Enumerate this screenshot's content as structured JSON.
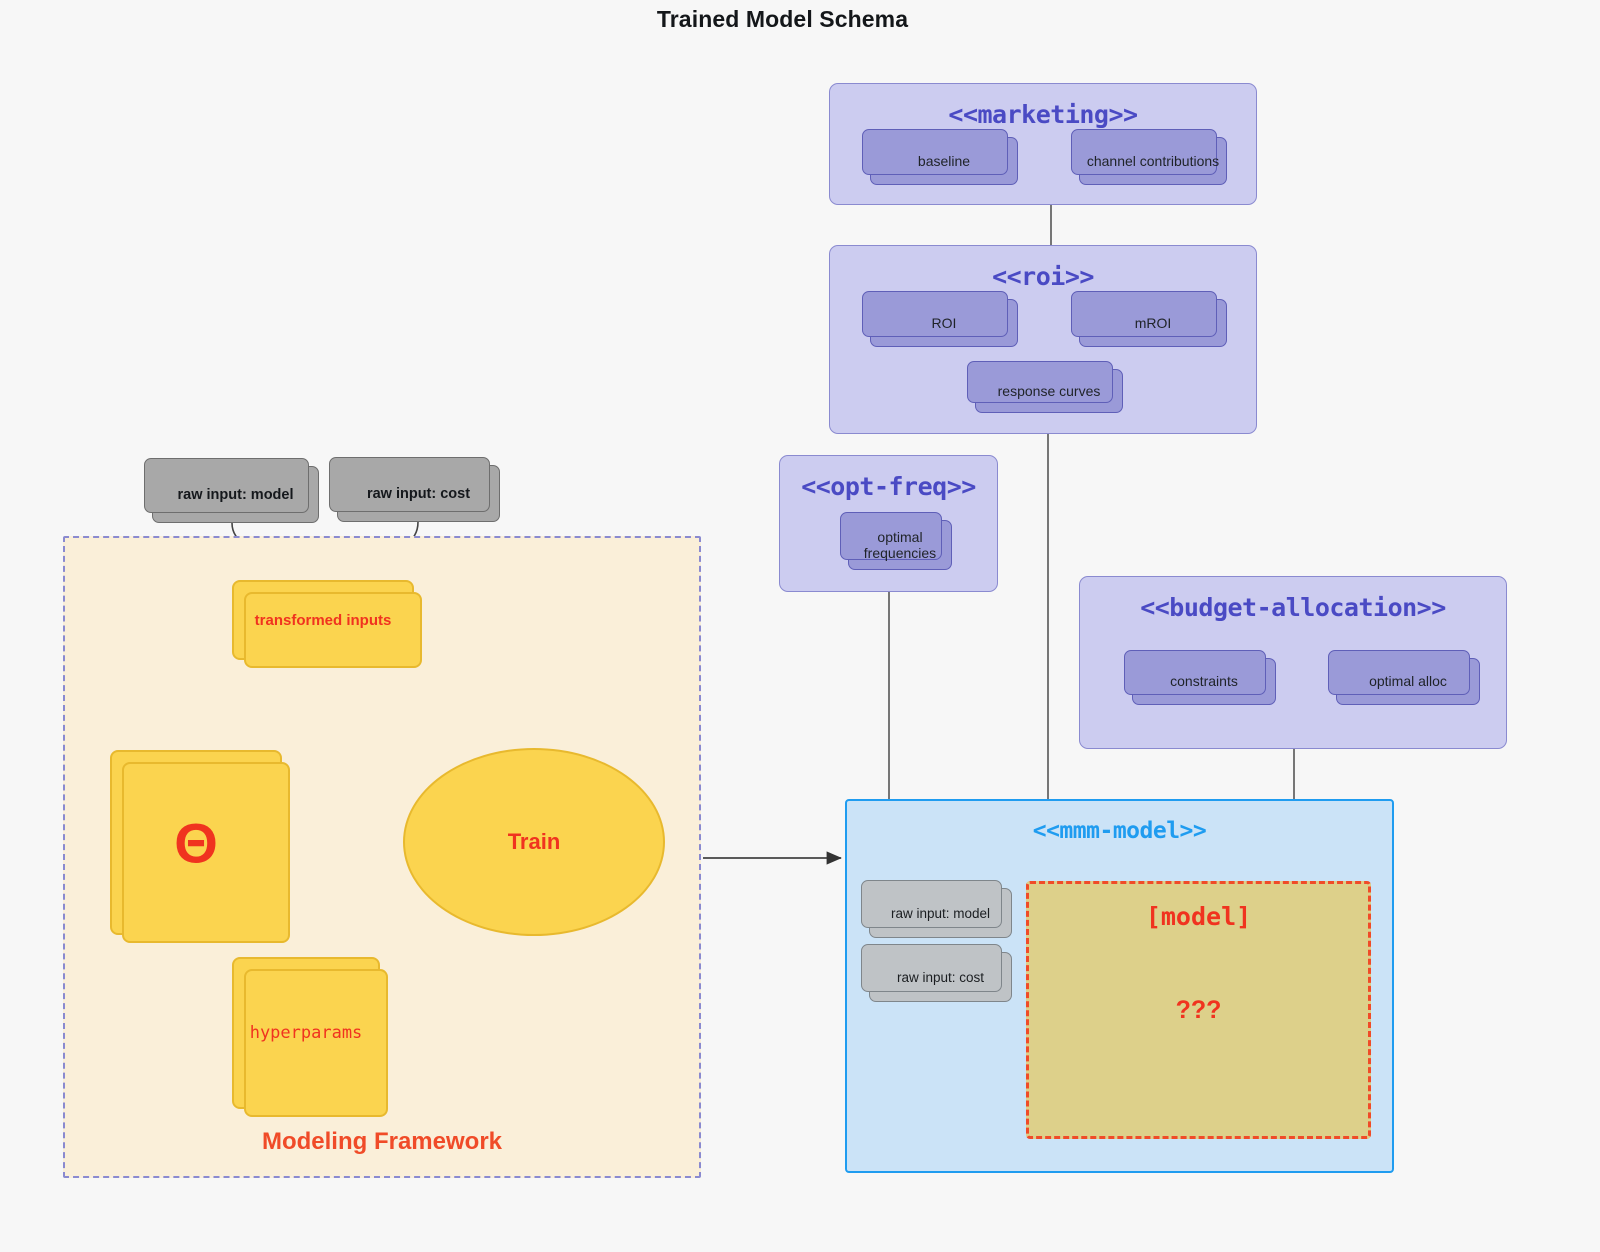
{
  "title": "Trained Model Schema",
  "colors": {
    "background": "#f7f7f7",
    "package_fill": "#ccccf0",
    "package_stroke": "#8a8ad0",
    "node_purple_fill": "#9a9ad8",
    "node_purple_stroke": "#5f5fb8",
    "package_title_text": "#4a4ac4",
    "grey_node_fill": "#a8a8a8",
    "grey_node_soft_fill": "#bfc3c6",
    "framework_fill": "#faefd9",
    "framework_border": "#8a8ad0",
    "yellow_fill": "#fbd44f",
    "yellow_stroke": "#e8b92e",
    "accent_red": "#f0331f",
    "framework_label": "#f04b28",
    "mmm_fill": "#cbe3f7",
    "mmm_stroke": "#1f9cf0",
    "model_box_fill": "#ddd08a",
    "model_box_stroke": "#f04b28"
  },
  "packages": {
    "marketing": {
      "title": "<<marketing>>",
      "nodes": [
        {
          "label": "baseline"
        },
        {
          "label": "channel contributions"
        }
      ]
    },
    "roi": {
      "title": "<<roi>>",
      "nodes": [
        {
          "label": "ROI"
        },
        {
          "label": "mROI"
        },
        {
          "label": "response curves"
        }
      ]
    },
    "opt_freq": {
      "title": "<<opt-freq>>",
      "nodes": [
        {
          "label_line1": "optimal",
          "label_line2": "frequencies"
        }
      ]
    },
    "budget_allocation": {
      "title": "<<budget-allocation>>",
      "nodes": [
        {
          "label": "constraints"
        },
        {
          "label": "optimal alloc"
        }
      ]
    },
    "mmm_model": {
      "title": "<<mmm-model>>",
      "inputs": [
        {
          "label": "raw input: model"
        },
        {
          "label": "raw input: cost"
        }
      ],
      "model_box": {
        "label": "[model]",
        "unknown": "???"
      }
    }
  },
  "raw_inputs": [
    {
      "label": "raw input: model"
    },
    {
      "label": "raw input: cost"
    }
  ],
  "framework": {
    "label": "Modeling Framework",
    "transformed_inputs": "transformed inputs",
    "theta": "Θ",
    "hyperparams": "hyperparams",
    "train": "Train"
  }
}
